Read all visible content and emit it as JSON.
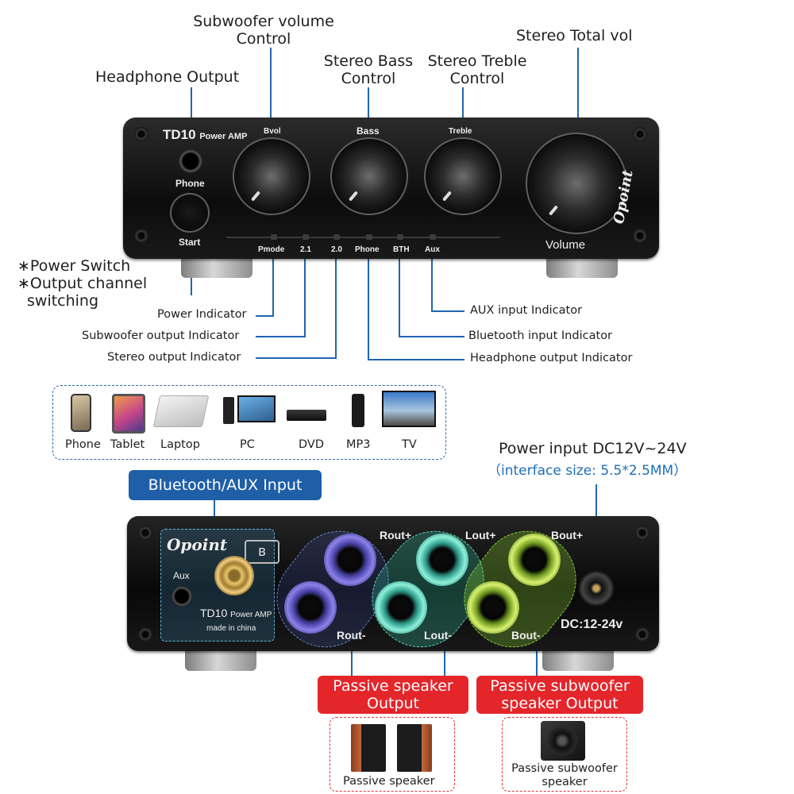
{
  "callouts": {
    "subwoofer_volume": "Subwoofer volume\nControl",
    "headphone_output": "Headphone Output",
    "stereo_bass": "Stereo Bass\nControl",
    "stereo_treble": "Stereo Treble\nControl",
    "stereo_total_vol": "Stereo Total vol",
    "power_switch": "∗Power Switch",
    "output_channel": "∗Output channel",
    "switching": "switching",
    "power_indicator": "Power Indicator",
    "subwoofer_output_indicator": "Subwoofer output Indicator",
    "stereo_output_indicator": "Stereo output Indicator",
    "aux_input_indicator": "AUX input Indicator",
    "bluetooth_input_indicator": "Bluetooth input Indicator",
    "headphone_output_indicator": "Headphone output Indicator"
  },
  "front_panel": {
    "model": "TD10",
    "model_suffix": "Power AMP",
    "phone": "Phone",
    "start": "Start",
    "bvol": "Bvol",
    "bass": "Bass",
    "treble": "Treble",
    "brand": "Opoint",
    "volume": "Volume",
    "indicators": [
      "Pmode",
      "2.1",
      "2.0",
      "Phone",
      "BTH",
      "Aux"
    ]
  },
  "devices": [
    "Phone",
    "Tablet",
    "Laptop",
    "PC",
    "DVD",
    "MP3",
    "TV"
  ],
  "power_input": {
    "title": "Power input DC12V~24V",
    "interface": "（interface size: 5.5*2.5MM）"
  },
  "bluetooth_aux_badge": "Bluetooth/AUX Input",
  "back_panel": {
    "brand": "Opoint",
    "aux": "Aux",
    "model": "TD10",
    "model_suffix": "Power AMP",
    "made_in": "made in china",
    "rout_plus": "Rout+",
    "lout_plus": "Lout+",
    "bout_plus": "Bout+",
    "rout_minus": "Rout-",
    "lout_minus": "Lout-",
    "bout_minus": "Bout-",
    "dc": "DC:12-24v"
  },
  "outputs": {
    "passive_speaker_output": "Passive speaker\nOutput",
    "passive_subwoofer_output": "Passive subwoofer\nspeaker Output",
    "passive_speaker": "Passive speaker",
    "passive_subwoofer_speaker": "Passive subwoofer\nspeaker"
  },
  "colors": {
    "callout_line": "#1f66b0",
    "badge_blue": "#1f5fa8",
    "badge_red": "#e4262b",
    "post_purple": "#7b6fd6",
    "post_cyan": "#58d6c0",
    "post_green": "#9bd43a"
  }
}
